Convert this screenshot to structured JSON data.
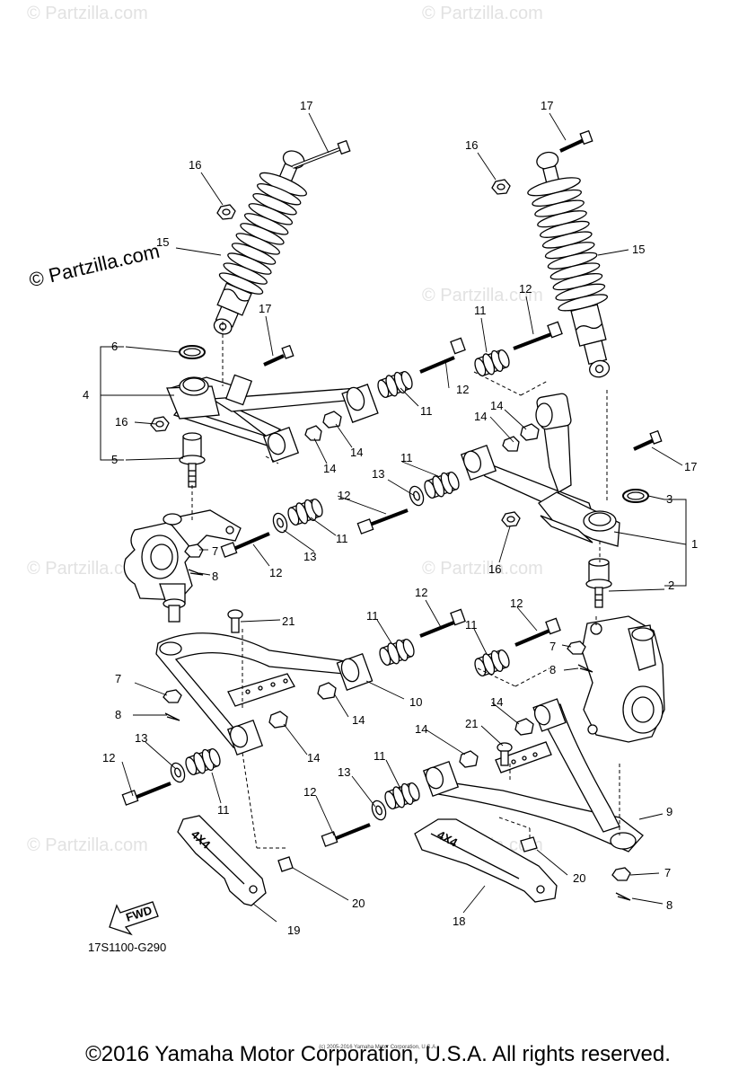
{
  "diagram": {
    "watermark_main": "© Partzilla.com",
    "watermark_faint": "© Partzilla.com",
    "diagram_code": "17S1100-G290",
    "footer_copyright": "©2016 Yamaha Motor Corporation, U.S.A. All rights reserved.",
    "tiny_copyright": "(c) 2005-2016 Yamaha Motor Corporation, U.S.A.",
    "fwd_label": "FWD",
    "skid_plate_text": "4X4",
    "callouts": [
      "1",
      "2",
      "3",
      "4",
      "5",
      "6",
      "7",
      "8",
      "9",
      "10",
      "11",
      "12",
      "13",
      "14",
      "15",
      "16",
      "17",
      "18",
      "19",
      "20",
      "21"
    ]
  }
}
